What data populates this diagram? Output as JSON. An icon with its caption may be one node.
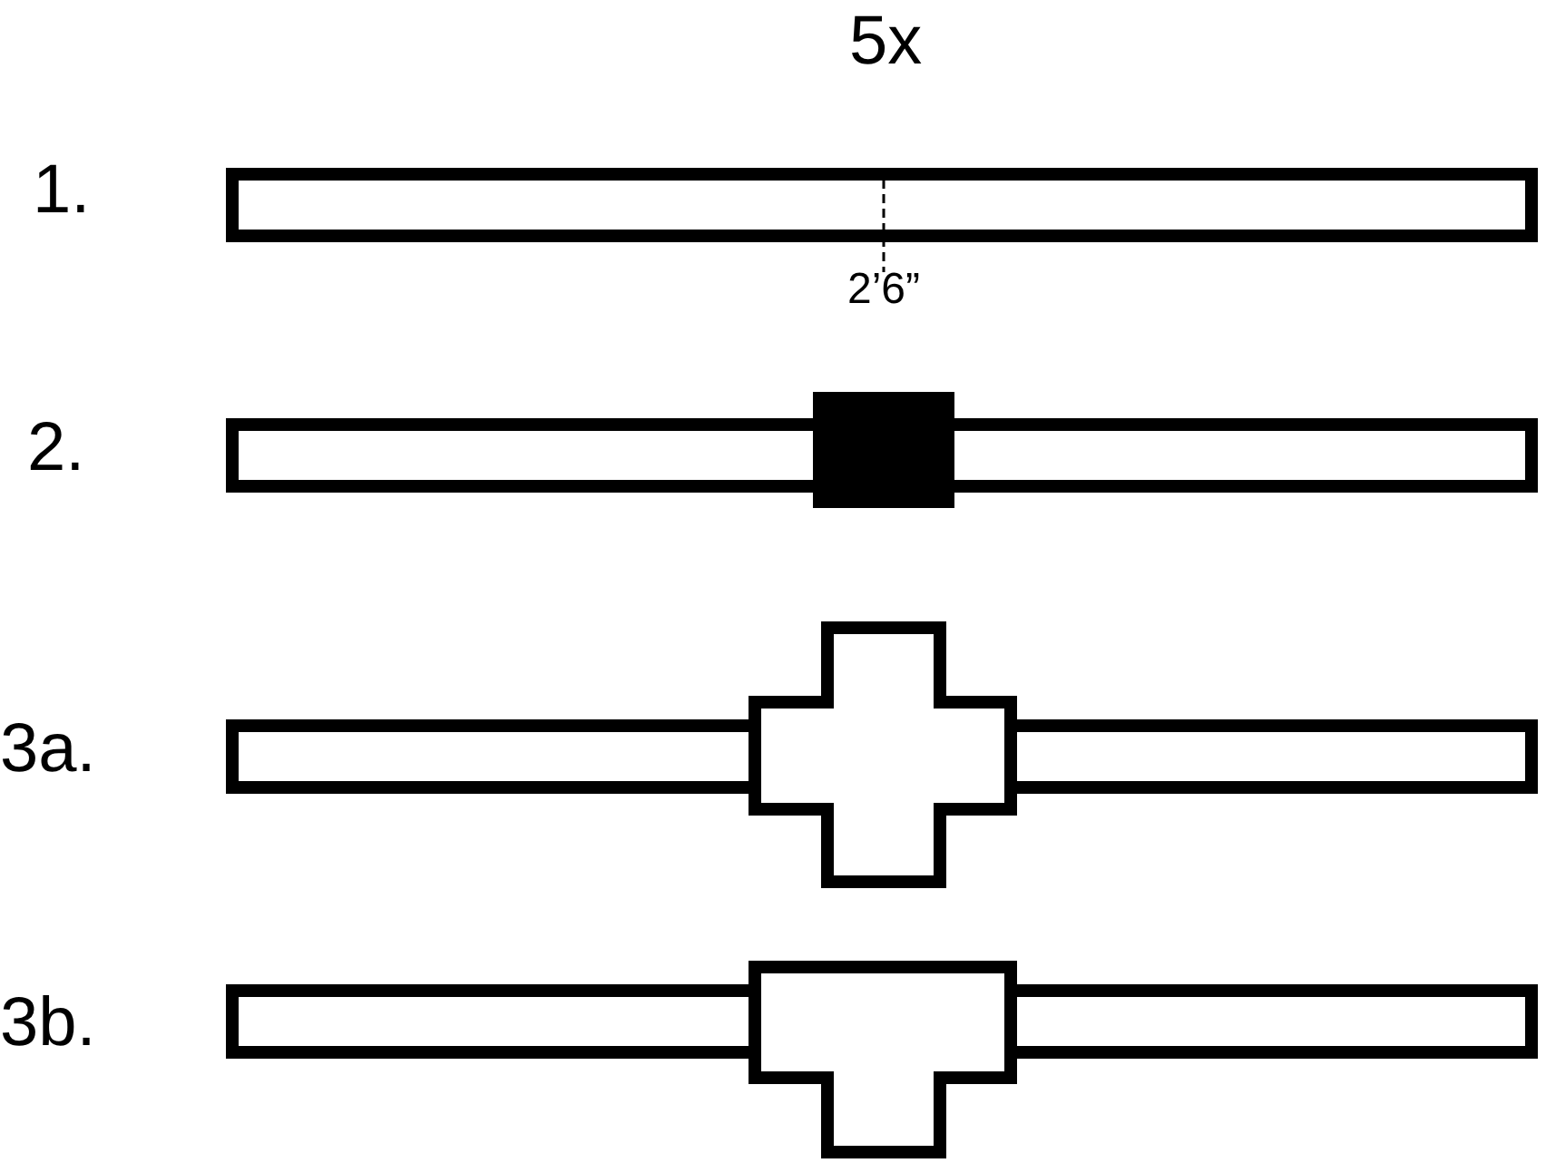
{
  "diagram": {
    "title": "5x",
    "labels": [
      "1.",
      "2’6”",
      "2.",
      "3a.",
      "3b."
    ]
  }
}
